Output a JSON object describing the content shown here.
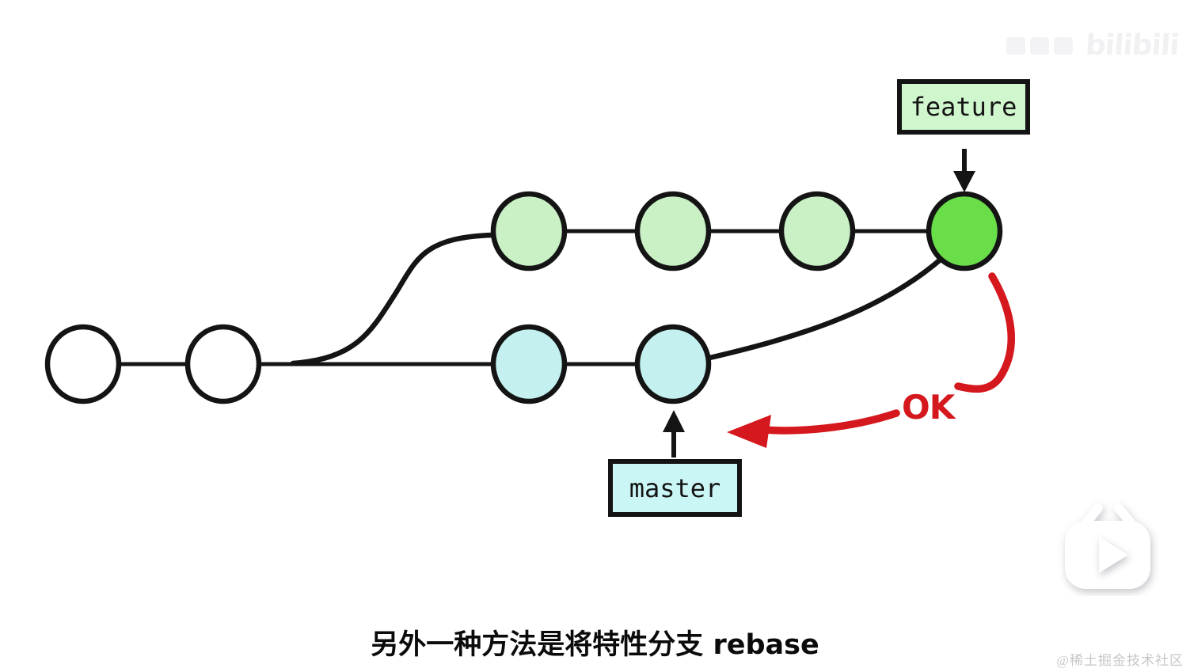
{
  "diagram": {
    "feature_label": "feature",
    "master_label": "master",
    "ok_label": "OK",
    "caption": "另外一种方法是将特性分支 rebase",
    "commit_counts": {
      "base": 2,
      "master": 2,
      "feature": 4
    },
    "colors": {
      "stroke": "#141414",
      "red": "#d5171e",
      "light_green": "#c9f1c5",
      "bright_green": "#69de49",
      "light_cyan": "#c4f1ef",
      "feature_box_bg": "#d0f6cd",
      "master_box_bg": "#cbf6f6"
    }
  },
  "watermarks": {
    "bilibili_logo": "bilibili",
    "community": "@稀土掘金技术社区"
  }
}
